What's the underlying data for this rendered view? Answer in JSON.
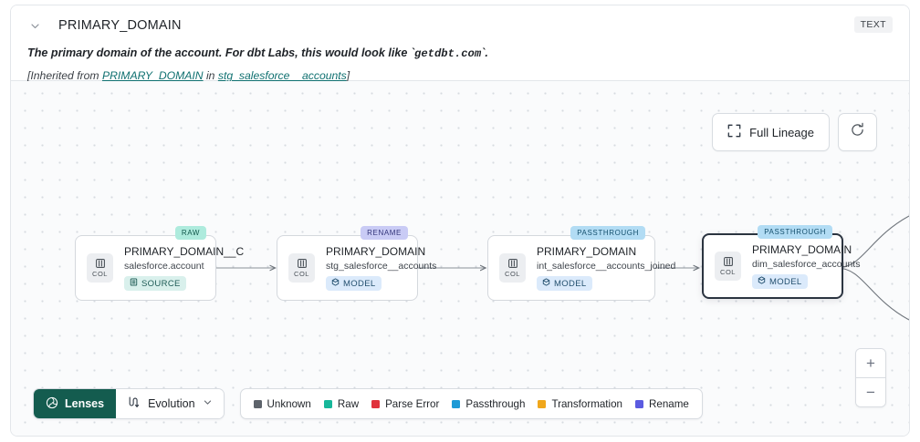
{
  "header": {
    "chevron_icon": "chevron-down-icon",
    "title": "PRIMARY_DOMAIN",
    "type_badge": "TEXT",
    "description_prefix": "The primary domain of the account. For dbt Labs, this would look like `",
    "description_code": "getdbt.com",
    "description_suffix": "`.",
    "inherited_prefix": "[Inherited from ",
    "inherited_column": "PRIMARY_DOMAIN",
    "inherited_middle": " in ",
    "inherited_table": "stg_salesforce__accounts",
    "inherited_suffix": "]"
  },
  "toolbar": {
    "full_lineage_label": "Full Lineage",
    "full_lineage_icon": "expand-icon",
    "refresh_icon": "refresh-icon"
  },
  "nodes": [
    {
      "column": "PRIMARY_DOMAIN__C",
      "table": "salesforce.account",
      "asset_type": "SOURCE",
      "asset_icon": "database-icon",
      "badge": "RAW",
      "badge_kind": "raw",
      "col_chip_label": "COL",
      "selected": false
    },
    {
      "column": "PRIMARY_DOMAIN",
      "table": "stg_salesforce__accounts",
      "asset_type": "MODEL",
      "asset_icon": "cube-icon",
      "badge": "RENAME",
      "badge_kind": "rename",
      "col_chip_label": "COL",
      "selected": false
    },
    {
      "column": "PRIMARY_DOMAIN",
      "table": "int_salesforce__accounts_joined",
      "asset_type": "MODEL",
      "asset_icon": "cube-icon",
      "badge": "PASSTHROUGH",
      "badge_kind": "passthrough",
      "col_chip_label": "COL",
      "selected": false
    },
    {
      "column": "PRIMARY_DOMAIN",
      "table": "dim_salesforce_accounts",
      "asset_type": "MODEL",
      "asset_icon": "cube-icon",
      "badge": "PASSTHROUGH",
      "badge_kind": "passthrough",
      "col_chip_label": "COL",
      "selected": true
    }
  ],
  "zoom_controls": {
    "zoom_in": "+",
    "zoom_out": "−"
  },
  "bottom_bar": {
    "lenses_label": "Lenses",
    "lenses_icon": "lens-aperture-icon",
    "evolution_label": "Evolution",
    "evolution_icon": "evolution-icon",
    "evolution_caret": "chevron-down-icon",
    "legend": [
      {
        "label": "Unknown",
        "color": "#5d636b"
      },
      {
        "label": "Raw",
        "color": "#17b79a"
      },
      {
        "label": "Parse Error",
        "color": "#e0323c"
      },
      {
        "label": "Passthrough",
        "color": "#1d9ad6"
      },
      {
        "label": "Transformation",
        "color": "#f0a71b"
      },
      {
        "label": "Rename",
        "color": "#5b5be0"
      }
    ]
  }
}
